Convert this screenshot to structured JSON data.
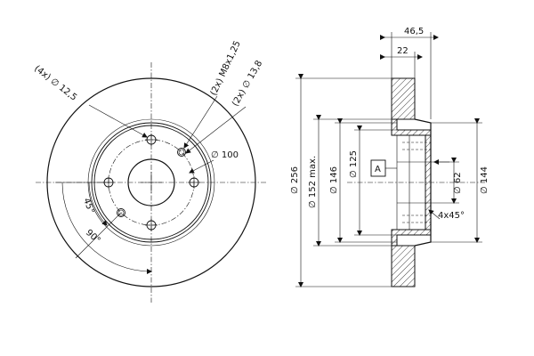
{
  "front_view": {
    "labels": {
      "bolt_holes": "(4x) ∅ 12,5",
      "threaded_holes": "(2x) M8x1,25",
      "pilot_holes": "(2x) ∅ 13,8",
      "pcd": "∅ 100",
      "angle_small": "45°",
      "angle_large": "90°"
    }
  },
  "section_view": {
    "labels": {
      "total_width": "46,5",
      "disc_thickness": "22",
      "outer_diameter": "∅ 256",
      "hat_max_diameter": "∅ 152 max.",
      "hat_diameter": "∅ 146",
      "inner_diameter": "∅ 125",
      "datum": "A",
      "centre_bore": "∅ 62",
      "hat_outer": "∅ 144",
      "chamfer": "4x45°"
    }
  },
  "colors": {
    "line": "#111111",
    "background": "#ffffff"
  }
}
